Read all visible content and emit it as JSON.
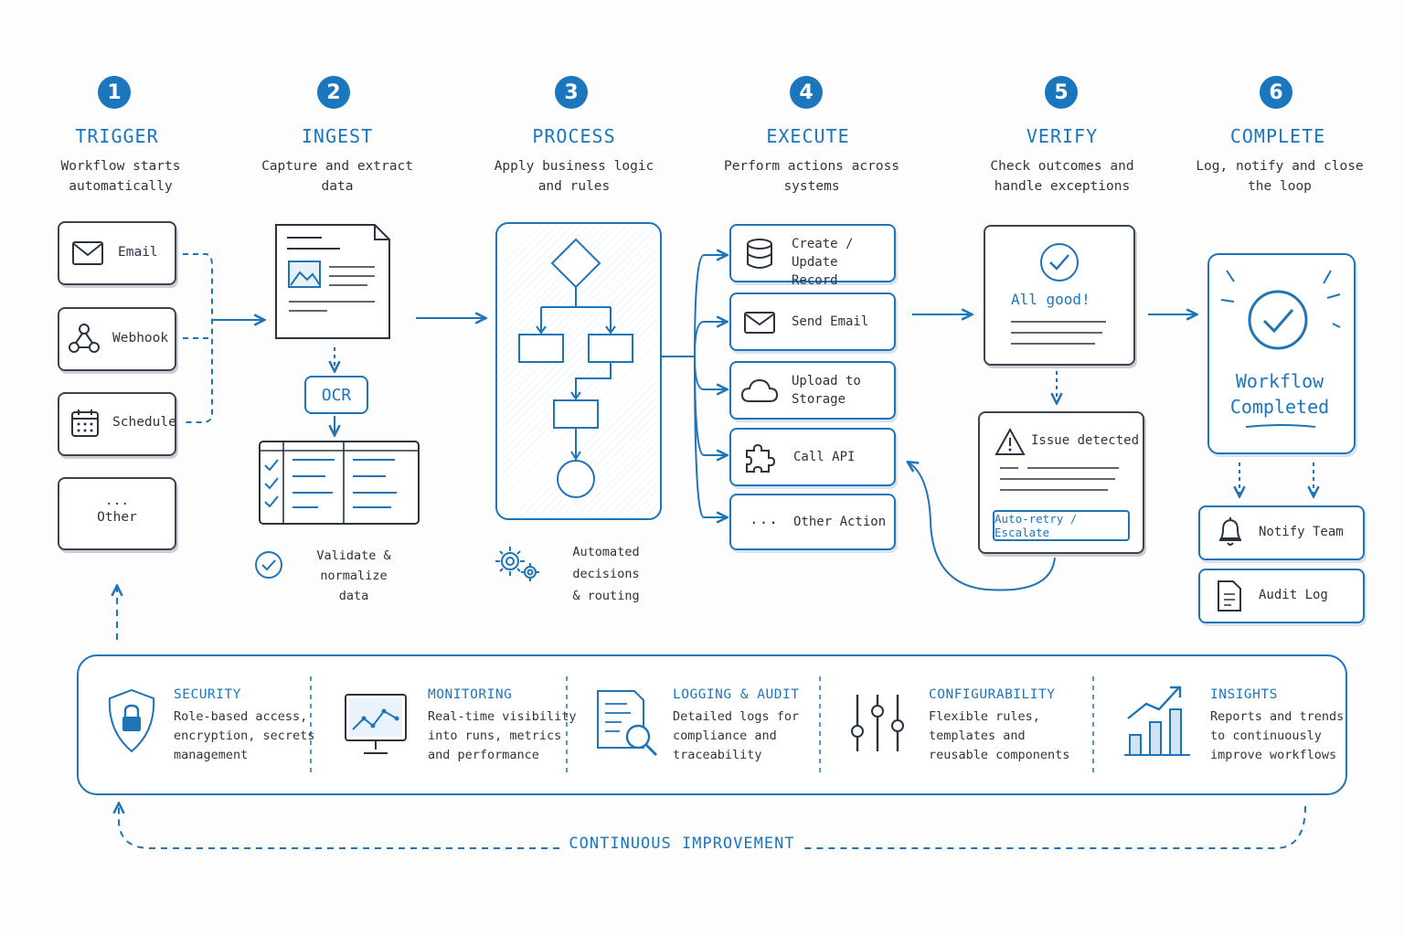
{
  "steps": [
    {
      "number": "1",
      "title": "TRIGGER",
      "desc_line1": "Workflow starts",
      "desc_line2": "automatically"
    },
    {
      "number": "2",
      "title": "INGEST",
      "desc_line1": "Capture and extract",
      "desc_line2": "data"
    },
    {
      "number": "3",
      "title": "PROCESS",
      "desc_line1": "Apply business logic",
      "desc_line2": "and rules"
    },
    {
      "number": "4",
      "title": "EXECUTE",
      "desc_line1": "Perform actions across",
      "desc_line2": "systems"
    },
    {
      "number": "5",
      "title": "VERIFY",
      "desc_line1": "Check outcomes and",
      "desc_line2": "handle exceptions"
    },
    {
      "number": "6",
      "title": "COMPLETE",
      "desc_line1": "Log, notify and close",
      "desc_line2": "the loop"
    }
  ],
  "triggers": {
    "email": "Email",
    "webhook": "Webhook",
    "schedule": "Schedule",
    "other_dots": "...",
    "other": "Other"
  },
  "ingest": {
    "ocr": "OCR",
    "validate_line1": "Validate & normalize",
    "validate_line2": "data"
  },
  "process": {
    "caption_line1": "Automated decisions",
    "caption_line2": "& routing"
  },
  "actions": {
    "create_line1": "Create / Update",
    "create_line2": "Record",
    "send_email": "Send Email",
    "upload_line1": "Upload to",
    "upload_line2": "Storage",
    "call_api": "Call API",
    "other_dots": "...",
    "other": "Other Action"
  },
  "verify": {
    "all_good": "All good!",
    "issue": "Issue detected",
    "retry": "Auto-retry / Escalate"
  },
  "complete": {
    "line1": "Workflow",
    "line2": "Completed",
    "notify": "Notify Team",
    "audit": "Audit Log"
  },
  "features": [
    {
      "title": "SECURITY",
      "l1": "Role-based access,",
      "l2": "encryption, secrets",
      "l3": "management",
      "icon": "shield-lock-icon"
    },
    {
      "title": "MONITORING",
      "l1": "Real-time visibility",
      "l2": "into runs, metrics",
      "l3": "and performance",
      "icon": "monitor-chart-icon"
    },
    {
      "title": "LOGGING & AUDIT",
      "l1": "Detailed logs for",
      "l2": "compliance and",
      "l3": "traceability",
      "icon": "document-search-icon"
    },
    {
      "title": "CONFIGURABILITY",
      "l1": "Flexible rules,",
      "l2": "templates and",
      "l3": "reusable components",
      "icon": "sliders-icon"
    },
    {
      "title": "INSIGHTS",
      "l1": "Reports and trends",
      "l2": "to continuously",
      "l3": "improve workflows",
      "icon": "bar-chart-trend-icon"
    }
  ],
  "footer": {
    "continuous": "CONTINUOUS IMPROVEMENT"
  },
  "colors": {
    "accent": "#1a76bd",
    "ink": "#2a3340"
  }
}
